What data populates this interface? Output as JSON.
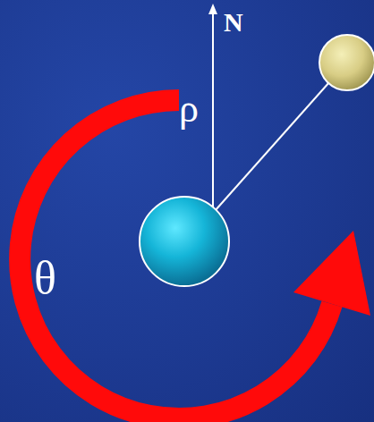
{
  "diagram": {
    "labels": [
      "N",
      "ρ",
      "θ"
    ]
  }
}
